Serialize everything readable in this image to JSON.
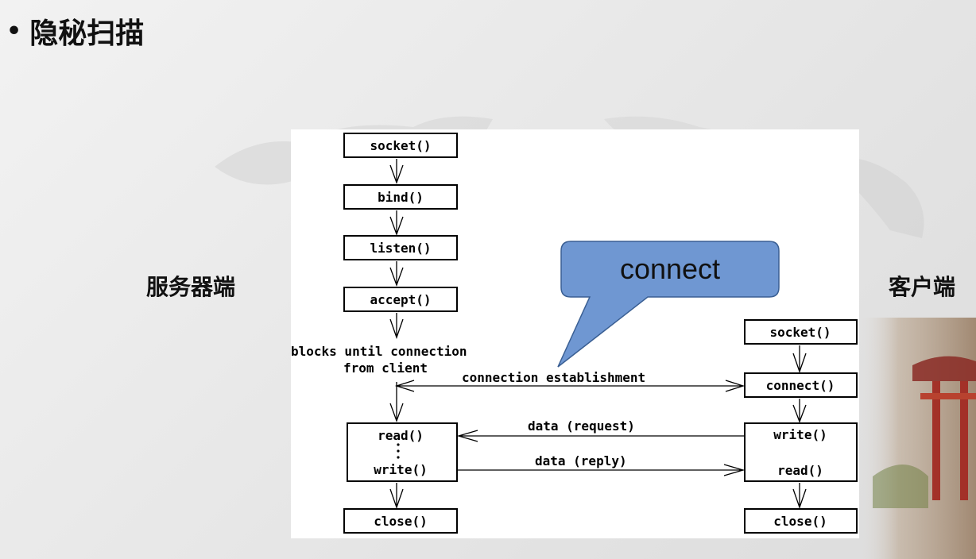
{
  "slide": {
    "bullet_title": "隐秘扫描",
    "server_label": "服务器端",
    "client_label": "客户端"
  },
  "callout": {
    "text": "connect",
    "fill": "#6f97d2",
    "stroke": "#3a5f93"
  },
  "server": {
    "steps": [
      "socket()",
      "bind()",
      "listen()",
      "accept()"
    ],
    "blocks_note": [
      "blocks until connection",
      "from client"
    ],
    "io_top": "read()",
    "io_bottom": "write()",
    "close": "close()"
  },
  "client": {
    "socket": "socket()",
    "connect": "connect()",
    "io_top": "write()",
    "io_bottom": "read()",
    "close": "close()"
  },
  "arrows": {
    "establish": "connection establishment",
    "request": "data (request)",
    "reply": "data (reply)"
  }
}
